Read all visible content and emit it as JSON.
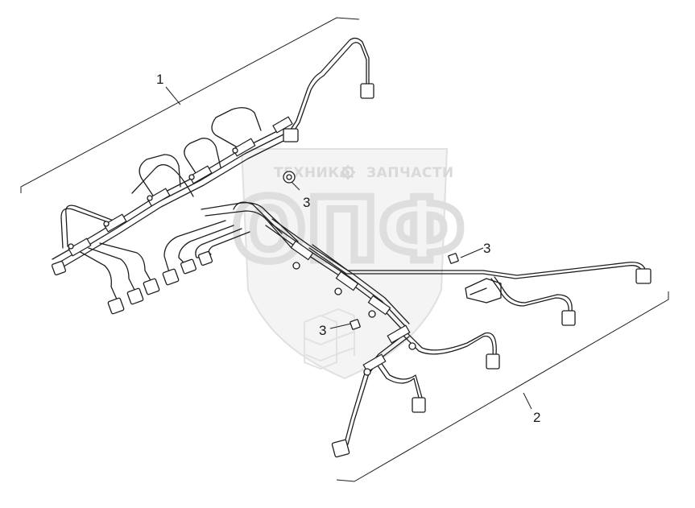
{
  "watermark": {
    "top_text_left": "ТЕХНИКА",
    "top_text_right": "ЗАПЧАСТИ",
    "logo_letters": "ОПФ",
    "gear_icon": "gear-icon"
  },
  "callouts": {
    "label_1": "1",
    "label_2": "2",
    "label_3a": "3",
    "label_3b": "3",
    "label_3c": "3"
  },
  "colors": {
    "line": "#1e1e1e",
    "watermark": "#d9d9d9",
    "background": "#ffffff"
  }
}
